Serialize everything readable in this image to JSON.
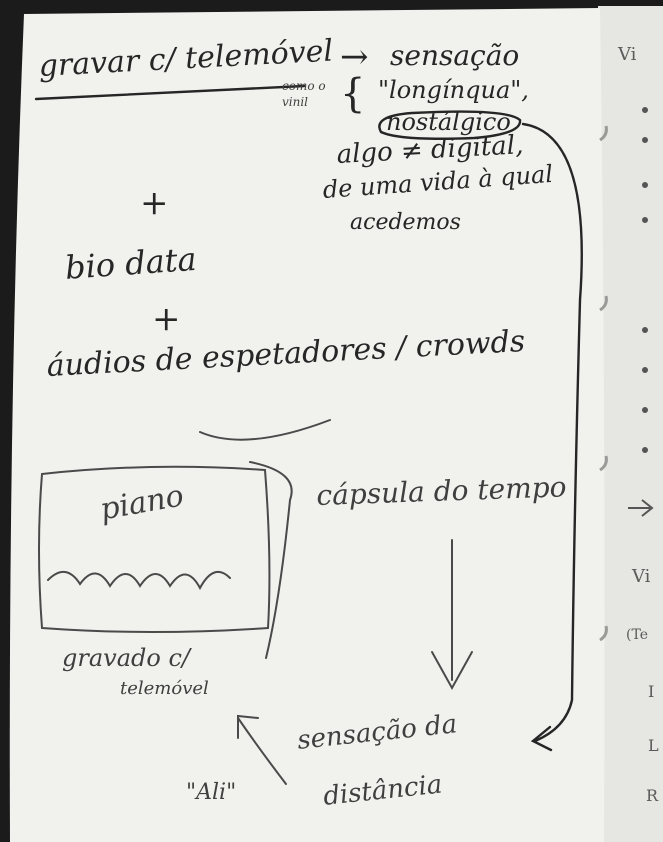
{
  "photo": {
    "subject": "handwritten notebook page, black and white photograph",
    "colors": {
      "page": "#f1f1ee",
      "right_page": "#e6e6e3",
      "ink": "#262626",
      "pencil": "#4a4a4a",
      "background": "#1b1b1b"
    }
  },
  "notes": {
    "line1": "gravar c/ telemóvel",
    "arrow1": "→",
    "line1_result": "sensação",
    "como_o_vinil": "como o vinil",
    "brace": "{",
    "longinqua": "\"longínqua\",",
    "nostalgico": "nostálgico",
    "algo": "algo ≠ digital,",
    "de_uma_vida": "de uma vida à qual",
    "acedemos": "acedemos",
    "plus1": "+",
    "bio_data": "bio data",
    "plus2": "+",
    "audios": "áudios de espetadores / crowds"
  },
  "sketch": {
    "piano": "piano",
    "gravado": "gravado c/",
    "telemovel": "telemóvel",
    "capsula": "cápsula do tempo",
    "sensacao": "sensação da",
    "distancia": "distância",
    "ali": "\"Ali\""
  },
  "right_page": {
    "top_word": "Vi",
    "mid_word": "Vi",
    "tag": "(Te",
    "row_letters": [
      "I",
      "L",
      "R"
    ]
  }
}
